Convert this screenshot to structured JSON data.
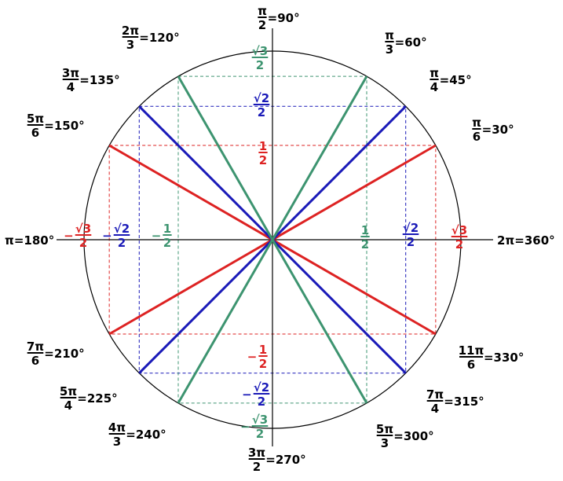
{
  "colors": {
    "circle": "#000000",
    "axis": "#000000",
    "angle_30": "#dd2222",
    "angle_45": "#1a1ab8",
    "angle_60": "#3d9470",
    "dashed_30": "#dd2222",
    "dashed_45": "#1a1ab8",
    "dashed_60": "#3d9470"
  },
  "angles": [
    {
      "deg": 90,
      "num": "π",
      "den": "2",
      "eq": "=90°"
    },
    {
      "deg": 60,
      "num": "π",
      "den": "3",
      "eq": "=60°"
    },
    {
      "deg": 45,
      "num": "π",
      "den": "4",
      "eq": "=45°"
    },
    {
      "deg": 30,
      "num": "π",
      "den": "6",
      "eq": "=30°"
    },
    {
      "deg": 120,
      "num": "2π",
      "den": "3",
      "eq": "=120°"
    },
    {
      "deg": 135,
      "num": "3π",
      "den": "4",
      "eq": "=135°"
    },
    {
      "deg": 150,
      "num": "5π",
      "den": "6",
      "eq": "=150°"
    },
    {
      "deg": 180,
      "inline": "π=180°"
    },
    {
      "deg": 360,
      "inline": "2π=360°"
    },
    {
      "deg": 210,
      "num": "7π",
      "den": "6",
      "eq": "=210°"
    },
    {
      "deg": 225,
      "num": "5π",
      "den": "4",
      "eq": "=225°"
    },
    {
      "deg": 240,
      "num": "4π",
      "den": "3",
      "eq": "=240°"
    },
    {
      "deg": 270,
      "num": "3π",
      "den": "2",
      "eq": "=270°"
    },
    {
      "deg": 300,
      "num": "5π",
      "den": "3",
      "eq": "=300°"
    },
    {
      "deg": 315,
      "num": "7π",
      "den": "4",
      "eq": "=315°"
    },
    {
      "deg": 330,
      "num": "11π",
      "den": "6",
      "eq": "=330°"
    }
  ],
  "values": {
    "pos_sqrt3_2": {
      "sign": "",
      "root": "√3",
      "den": "2"
    },
    "pos_sqrt2_2": {
      "sign": "",
      "root": "√2",
      "den": "2"
    },
    "pos_1_2": {
      "sign": "",
      "root": "1",
      "den": "2"
    },
    "neg_sqrt3_2": {
      "sign": "−",
      "root": "√3",
      "den": "2"
    },
    "neg_sqrt2_2": {
      "sign": "−",
      "root": "√2",
      "den": "2"
    },
    "neg_1_2": {
      "sign": "−",
      "root": "1",
      "den": "2"
    }
  }
}
